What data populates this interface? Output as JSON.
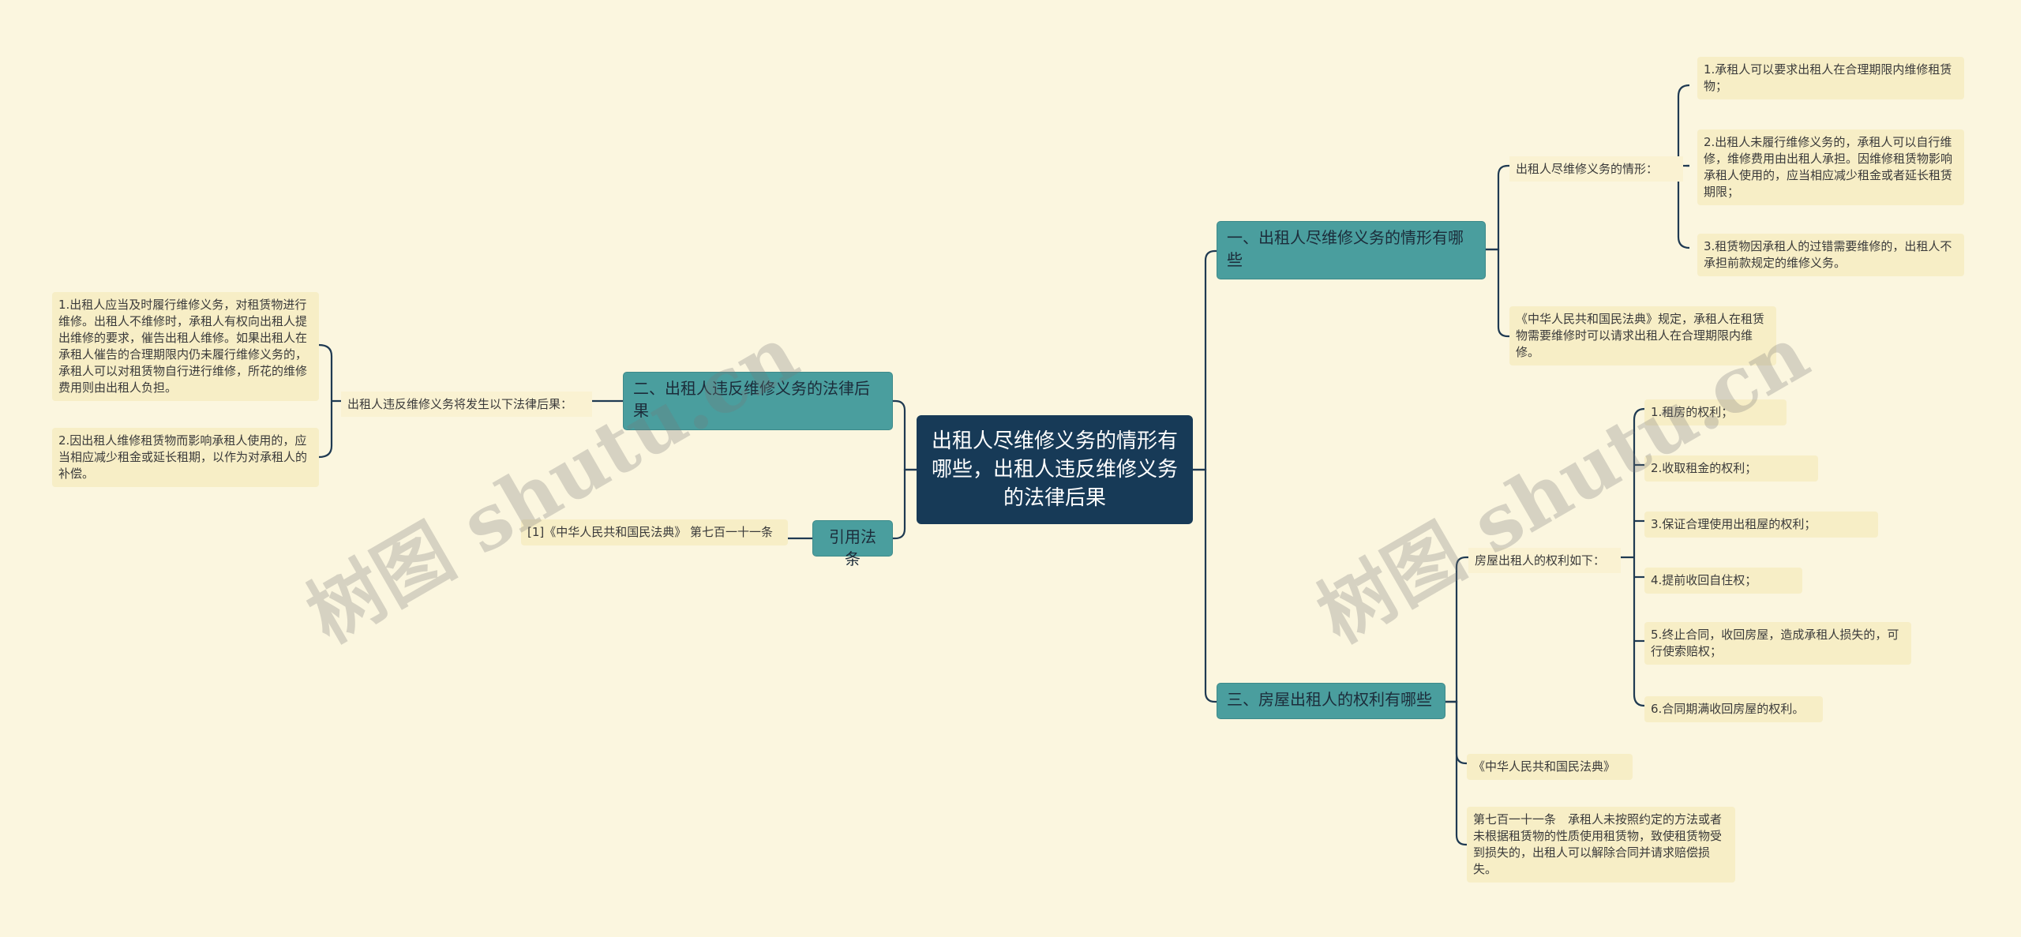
{
  "root": {
    "title": "出租人尽维修义务的情形有哪些，出租人违反维修义务的法律后果"
  },
  "topics": {
    "t1": "一、出租人尽维修义务的情形有哪些",
    "t2": "二、出租人违反维修义务的法律后果",
    "t3": "三、房屋出租人的权利有哪些",
    "t4": "引用法条"
  },
  "nodes": {
    "s1": "出租人尽维修义务的情形：",
    "s1_l1": "1.承租人可以要求出租人在合理期限内维修租赁物；",
    "s1_l2": "2.出租人未履行维修义务的，承租人可以自行维修，维修费用由出租人承担。因维修租赁物影响承租人使用的，应当相应减少租金或者延长租赁期限；",
    "s1_l3": "3.租赁物因承租人的过错需要维修的，出租人不承担前款规定的维修义务。",
    "s2": "《中华人民共和国民法典》规定，承租人在租赁物需要维修时可以请求出租人在合理期限内维修。",
    "s3": "出租人违反维修义务将发生以下法律后果：",
    "s3_l1": "1.出租人应当及时履行维修义务，对租赁物进行维修。出租人不维修时，承租人有权向出租人提出维修的要求，催告出租人维修。如果出租人在承租人催告的合理期限内仍未履行维修义务的，承租人可以对租赁物自行进行维修，所花的维修费用则由出租人负担。",
    "s3_l2": "2.因出租人维修租赁物而影响承租人使用的，应当相应减少租金或延长租期，以作为对承租人的补偿。",
    "s4": "房屋出租人的权利如下：",
    "s4_l1": "1.租房的权利；",
    "s4_l2": "2.收取租金的权利；",
    "s4_l3": "3.保证合理使用出租屋的权利；",
    "s4_l4": "4.提前收回自住权；",
    "s4_l5": "5.终止合同，收回房屋，造成承租人损失的，可行使索赔权；",
    "s4_l6": "6.合同期满收回房屋的权利。",
    "s5": "《中华人民共和国民法典》",
    "s6": "第七百一十一条　承租人未按照约定的方法或者未根据租赁物的性质使用租赁物，致使租赁物受到损失的，出租人可以解除合同并请求赔偿损失。",
    "s7": "[1]《中华人民共和国民法典》 第七百一十一条"
  },
  "watermark": "树图 shutu.cn",
  "colors": {
    "background": "#fbf6df",
    "root": "#173a57",
    "topic": "#4a9e9e",
    "leaf": "#f7eec6",
    "line": "#1f3a52"
  }
}
